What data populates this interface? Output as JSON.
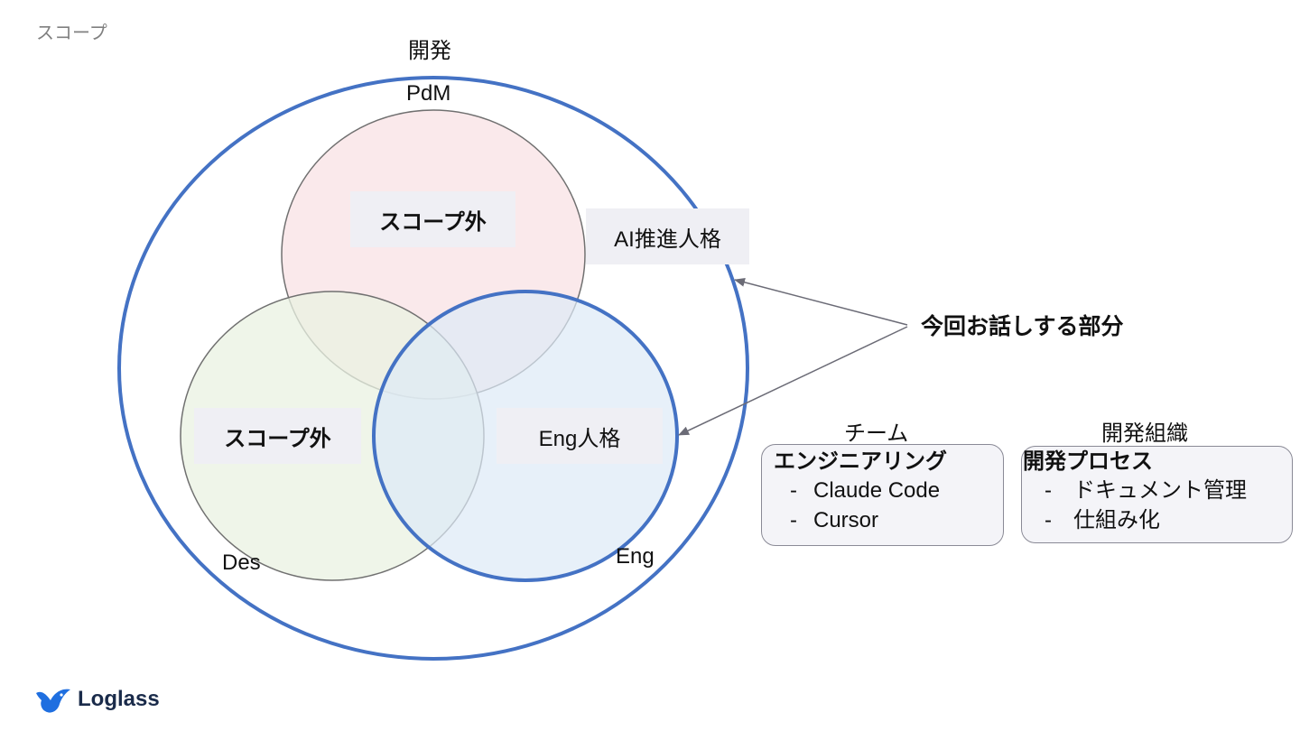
{
  "slide": {
    "title": "スコープ"
  },
  "diagram": {
    "outer_label": "開発",
    "circle_labels": {
      "pdm": "PdM",
      "des": "Des",
      "eng": "Eng"
    },
    "chips": {
      "pdm": "スコープ外",
      "des": "スコープ外",
      "eng": "Eng人格",
      "ai": "AI推進人格"
    },
    "callout": "今回お話しする部分",
    "colors": {
      "outer_ring": "#4472c4",
      "pdm_fill": "#f8e1e4",
      "des_fill": "#e9f1e2",
      "eng_fill": "#dde9f6",
      "eng_ring": "#4472c4",
      "thin_ring": "#707070",
      "arrow": "#6b6b76"
    }
  },
  "team_box": {
    "heading": "チーム",
    "title": "エンジニアリング",
    "items": [
      "Claude Code",
      "Cursor"
    ]
  },
  "org_box": {
    "heading": "開発組織",
    "title": "開発プロセス",
    "items": [
      "ドキュメント管理",
      "仕組み化"
    ]
  },
  "brand": {
    "name": "Loglass",
    "color": "#1f6fe0"
  }
}
